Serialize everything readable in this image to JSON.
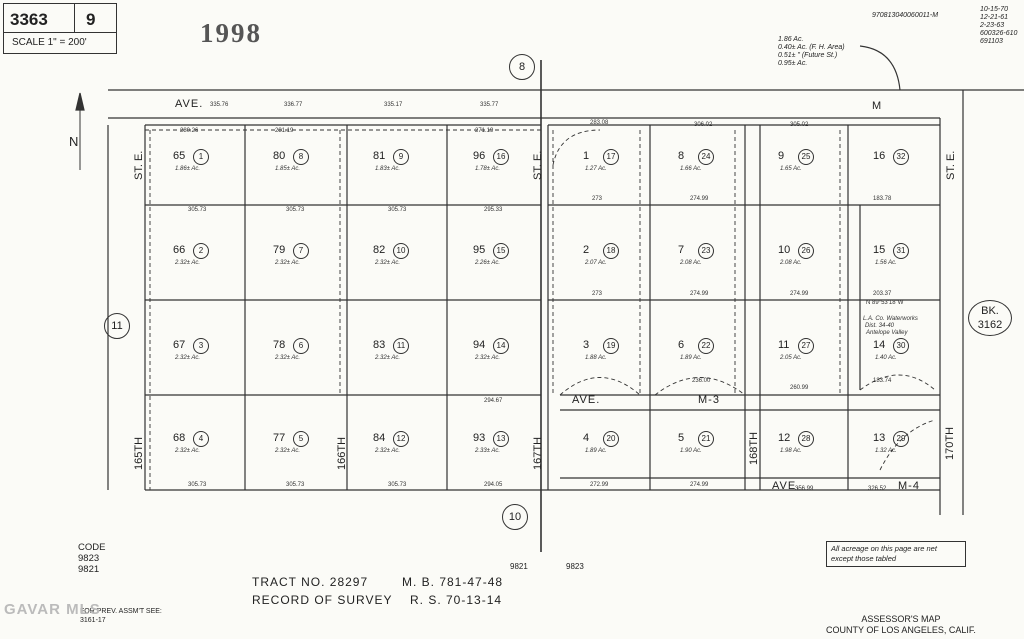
{
  "header": {
    "book": "3363",
    "page": "9",
    "scale": "SCALE 1\" = 200'",
    "year": "1998",
    "stamp": "970813040060011-M",
    "top_right_notes": [
      "10-15-70",
      "12-21-61",
      "2-23-63",
      "600326-610",
      "691103"
    ],
    "area_notes": [
      "1.86 Ac.",
      "0.40± Ac. (F. H. Area)",
      "0.51± \" (Future St.)",
      "0.95± Ac."
    ]
  },
  "streets": {
    "top_ave": "AVE.",
    "top_ave_m": "M",
    "ave_m3": "AVE.",
    "ave_m3_m": "M-3",
    "ave_m4": "AVE.",
    "ave_m4_m": "M-4",
    "st_e_left": "ST. E.",
    "st_e_right": "ST. E.",
    "st_e_mid": "ST. E.",
    "st_165": "165TH",
    "st_166": "166TH",
    "st_167": "167TH",
    "st_168": "168TH",
    "st_170": "170TH"
  },
  "map_refs": [
    {
      "label": "8"
    },
    {
      "label": "10"
    },
    {
      "label": "11"
    }
  ],
  "bk_ref": {
    "line1": "BK.",
    "line2": "3162"
  },
  "compass": "N",
  "parcels": [
    {
      "num": "65",
      "circ": "1",
      "acre": "1.86± Ac."
    },
    {
      "num": "80",
      "circ": "8",
      "acre": "1.85± Ac."
    },
    {
      "num": "81",
      "circ": "9",
      "acre": "1.83± Ac."
    },
    {
      "num": "96",
      "circ": "16",
      "acre": "1.78± Ac."
    },
    {
      "num": "66",
      "circ": "2",
      "acre": "2.32± Ac."
    },
    {
      "num": "79",
      "circ": "7",
      "acre": "2.32± Ac."
    },
    {
      "num": "82",
      "circ": "10",
      "acre": "2.32± Ac."
    },
    {
      "num": "95",
      "circ": "15",
      "acre": "2.26± Ac."
    },
    {
      "num": "67",
      "circ": "3",
      "acre": "2.32± Ac."
    },
    {
      "num": "78",
      "circ": "6",
      "acre": "2.32± Ac."
    },
    {
      "num": "83",
      "circ": "11",
      "acre": "2.32± Ac."
    },
    {
      "num": "94",
      "circ": "14",
      "acre": "2.32± Ac."
    },
    {
      "num": "68",
      "circ": "4",
      "acre": "2.32± Ac."
    },
    {
      "num": "77",
      "circ": "5",
      "acre": "2.32± Ac."
    },
    {
      "num": "84",
      "circ": "12",
      "acre": "2.32± Ac."
    },
    {
      "num": "93",
      "circ": "13",
      "acre": "2.33± Ac."
    },
    {
      "num": "1",
      "circ": "17",
      "acre": "1.27 Ac."
    },
    {
      "num": "8",
      "circ": "24",
      "acre": "1.66 Ac."
    },
    {
      "num": "9",
      "circ": "25",
      "acre": "1.65 Ac."
    },
    {
      "num": "16",
      "circ": "32",
      "acre": ""
    },
    {
      "num": "2",
      "circ": "18",
      "acre": "2.07 Ac."
    },
    {
      "num": "7",
      "circ": "23",
      "acre": "2.08 Ac."
    },
    {
      "num": "10",
      "circ": "26",
      "acre": "2.08 Ac."
    },
    {
      "num": "15",
      "circ": "31",
      "acre": "1.56 Ac."
    },
    {
      "num": "3",
      "circ": "19",
      "acre": "1.88 Ac."
    },
    {
      "num": "6",
      "circ": "22",
      "acre": "1.89 Ac."
    },
    {
      "num": "11",
      "circ": "27",
      "acre": "2.05 Ac."
    },
    {
      "num": "14",
      "circ": "30",
      "acre": "1.40 Ac."
    },
    {
      "num": "4",
      "circ": "20",
      "acre": "1.89 Ac."
    },
    {
      "num": "5",
      "circ": "21",
      "acre": "1.90 Ac."
    },
    {
      "num": "12",
      "circ": "28",
      "acre": "1.98 Ac."
    },
    {
      "num": "13",
      "circ": "29",
      "acre": "1.32 Ac."
    }
  ],
  "dims": {
    "top": [
      "335.76",
      "336.77",
      "335.17",
      "335.77",
      "306.02",
      "M"
    ],
    "row1": [
      "280.26",
      "281.19",
      "271.19",
      "283.08",
      "305.02"
    ],
    "row2": [
      "305.73",
      "305.73",
      "305.73",
      "295.33",
      "273",
      "274.99",
      "183.78"
    ],
    "row3": [
      "273",
      "274.99",
      "274.99",
      "203.37"
    ],
    "row4": [
      "294.67",
      "236.00",
      "260.99",
      "183.74"
    ],
    "bottom": [
      "305.73",
      "305.73",
      "305.73",
      "294.05",
      "272.99",
      "274.99",
      "356.99",
      "326.52"
    ]
  },
  "landmarks": {
    "water": "L.A. Co. Waterworks",
    "dist": "Dist. 34-40",
    "valley": "Antelope Valley",
    "bearing": "N 89°53'18\"W"
  },
  "codes": {
    "title": "CODE",
    "c1": "9823",
    "c2": "9821"
  },
  "compass_codes": {
    "left": "9821",
    "right": "9823"
  },
  "tract": {
    "line1": "TRACT NO. 28297",
    "mb": "M. B. 781-47-48",
    "line2": "RECORD OF SURVEY",
    "rs": "R. S. 70-13-14"
  },
  "note": "All acreage on this page are net except those tabled",
  "prev": {
    "line1": "FOR PREV. ASSM'T SEE:",
    "line2": "3161-17"
  },
  "watermark": "GAVAR MLS",
  "footer": {
    "line1": "ASSESSOR'S MAP",
    "line2": "COUNTY OF LOS ANGELES, CALIF."
  }
}
